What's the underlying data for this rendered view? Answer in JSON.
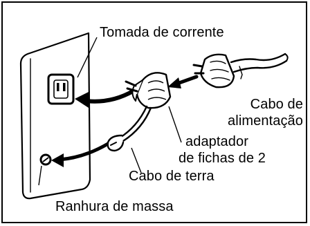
{
  "labels": {
    "outlet": "Tomada de corrente",
    "power_cable_line1": "Cabo de",
    "power_cable_line2": "alimentação",
    "adapter_line1": "adaptador",
    "adapter_line2": "de fichas de 2",
    "ground_cable": "Cabo de terra",
    "ground_slot": "Ranhura de massa"
  },
  "icons": {
    "wall_plate": "wall-plate",
    "outlet": "two-slot-outlet",
    "adapter": "plug-adapter",
    "power_plug": "power-plug",
    "ground_lug": "ground-lug",
    "ground_screw": "ground-screw"
  },
  "colors": {
    "line": "#000000",
    "background": "#ffffff"
  }
}
